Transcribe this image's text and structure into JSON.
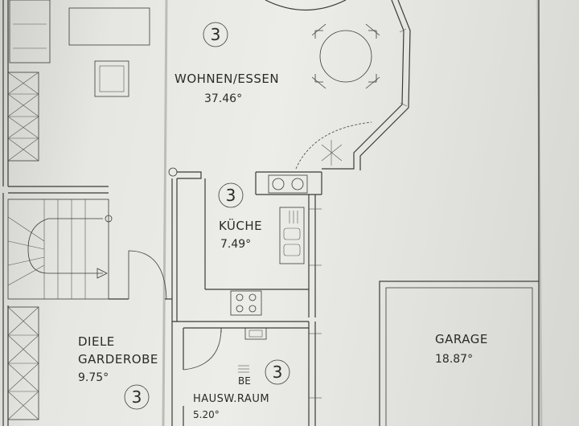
{
  "rooms": [
    {
      "id": "wohnen",
      "name": "WOHNEN/ESSEN",
      "area": "37.46°",
      "marker": "3"
    },
    {
      "id": "kueche",
      "name": "KÜCHE",
      "area": "7.49°",
      "marker": "3"
    },
    {
      "id": "diele",
      "name_line1": "DIELE",
      "name_line2": "GARDEROBE",
      "area": "9.75°",
      "marker": "3"
    },
    {
      "id": "hausw",
      "name": "HAUSW.RAUM",
      "area": "5.20°",
      "marker": "3",
      "appliance": "BE"
    },
    {
      "id": "garage",
      "name": "GARAGE",
      "area": "18.87°"
    }
  ]
}
